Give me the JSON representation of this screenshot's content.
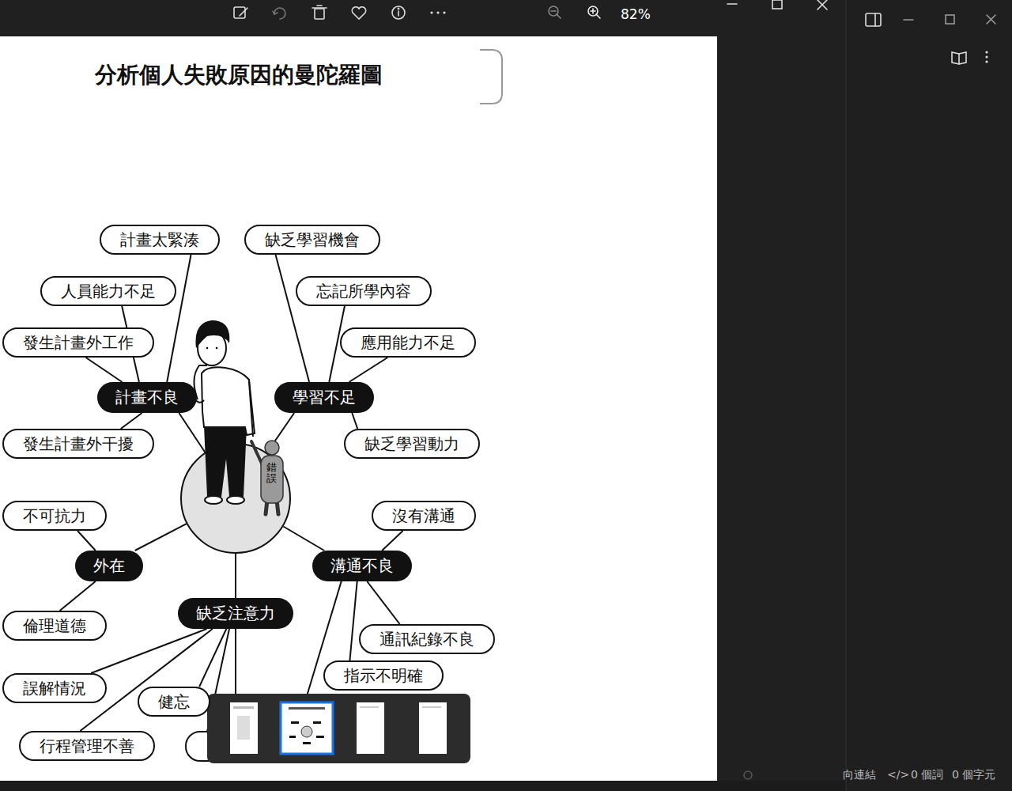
{
  "diagram": {
    "title": "分析個人失敗原因的曼陀羅圖",
    "nodes": [
      {
        "text": [
          "錯誤"
        ]
      },
      {
        "text": [
          "計畫不良"
        ]
      },
      {
        "text": [
          "學習不足"
        ]
      },
      {
        "text": [
          "外在"
        ]
      },
      {
        "text": [
          "溝通不良"
        ]
      },
      {
        "text": [
          "缺乏注意力"
        ]
      },
      {
        "text": [
          "計畫太緊湊"
        ]
      },
      {
        "text": [
          "人員能力不足"
        ]
      },
      {
        "text": [
          "發生計畫外工作"
        ]
      },
      {
        "text": [
          "發生計畫外干擾"
        ]
      },
      {
        "text": [
          "缺乏學習機會"
        ]
      },
      {
        "text": [
          "忘記所學內容"
        ]
      },
      {
        "text": [
          "應用能力不足"
        ]
      },
      {
        "text": [
          "缺乏學習動力"
        ]
      },
      {
        "text": [
          "不可抗力"
        ]
      },
      {
        "text": [
          "倫理道德"
        ]
      },
      {
        "text": [
          "沒有溝通"
        ]
      },
      {
        "text": [
          "通訊紀錄不良"
        ]
      },
      {
        "text": [
          "指示不明確"
        ]
      },
      {
        "text": [
          "誤解情況"
        ]
      },
      {
        "text": [
          "健忘"
        ]
      },
      {
        "text": [
          "行程管理不善"
        ]
      }
    ],
    "edges": [
      {
        "from": 0,
        "to": 1,
        "arrow": "none"
      },
      {
        "from": 0,
        "to": 2,
        "arrow": "none"
      },
      {
        "from": 0,
        "to": 3,
        "arrow": "none"
      },
      {
        "from": 0,
        "to": 4,
        "arrow": "none"
      },
      {
        "from": 0,
        "to": 5,
        "arrow": "none"
      },
      {
        "from": 1,
        "to": 6,
        "arrow": "none"
      },
      {
        "from": 1,
        "to": 7,
        "arrow": "none"
      },
      {
        "from": 1,
        "to": 8,
        "arrow": "none"
      },
      {
        "from": 1,
        "to": 9,
        "arrow": "none"
      },
      {
        "from": 2,
        "to": 10,
        "arrow": "none"
      },
      {
        "from": 2,
        "to": 11,
        "arrow": "none"
      },
      {
        "from": 2,
        "to": 12,
        "arrow": "none"
      },
      {
        "from": 2,
        "to": 13,
        "arrow": "none"
      },
      {
        "from": 3,
        "to": 14,
        "arrow": "none"
      },
      {
        "from": 3,
        "to": 15,
        "arrow": "none"
      },
      {
        "from": 4,
        "to": 16,
        "arrow": "none"
      },
      {
        "from": 4,
        "to": 17,
        "arrow": "none"
      },
      {
        "from": 4,
        "to": 18,
        "arrow": "none"
      },
      {
        "from": 5,
        "to": 19,
        "arrow": "none"
      },
      {
        "from": 5,
        "to": 20,
        "arrow": "none"
      },
      {
        "from": 5,
        "to": 21,
        "arrow": "none"
      }
    ],
    "labels": [
      "82%",
      "向連結",
      "</>",
      "0 個詞",
      "0 個字元"
    ]
  }
}
